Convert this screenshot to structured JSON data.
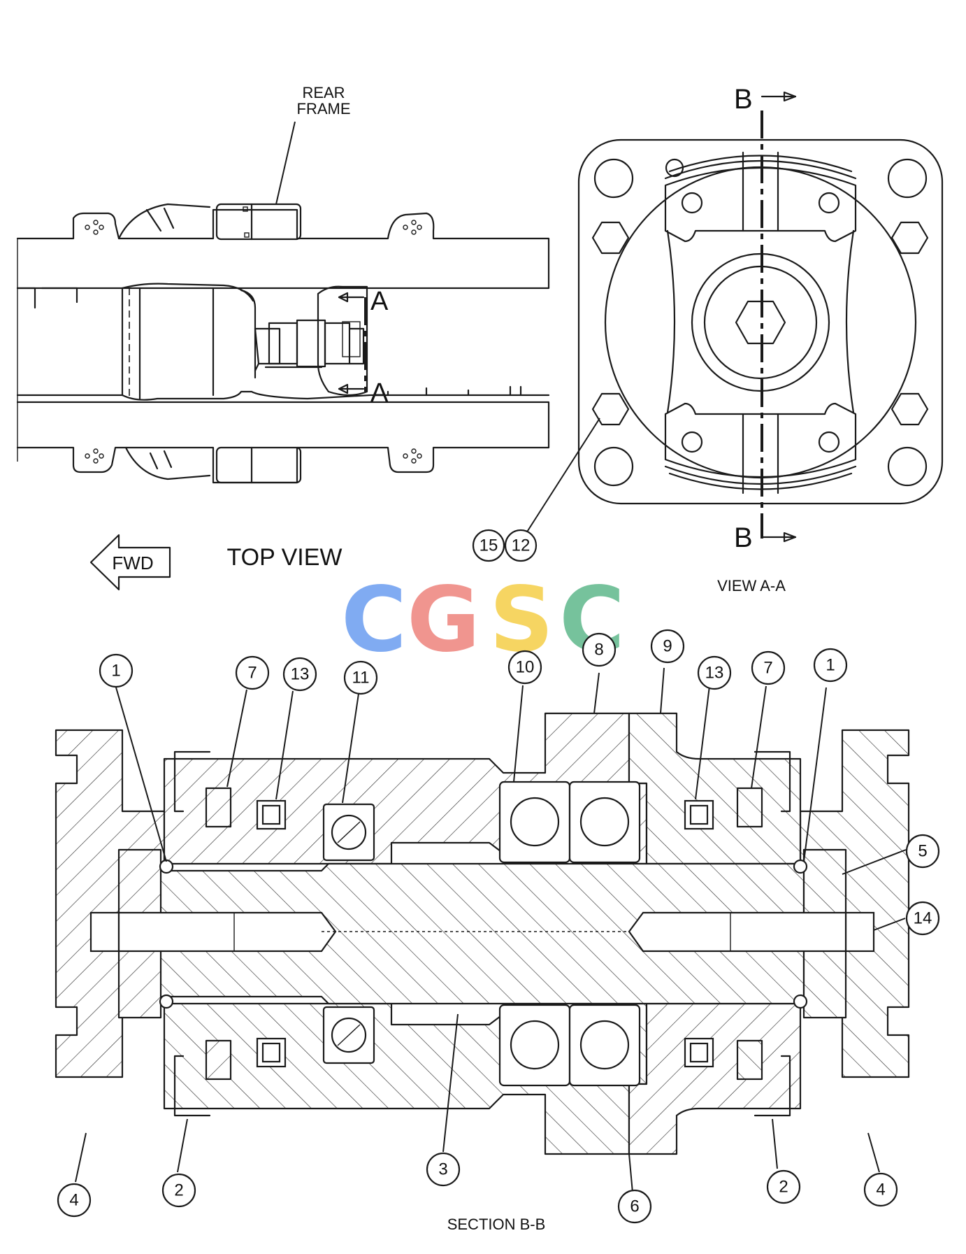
{
  "labels": {
    "rear_frame_line1": "REAR",
    "rear_frame_line2": "FRAME",
    "top_view": "TOP VIEW",
    "fwd": "FWD",
    "view_aa": "VIEW A-A",
    "section_bb": "SECTION B-B",
    "section_mark_a": "A",
    "section_mark_b": "B"
  },
  "watermark": {
    "letters": [
      "C",
      "G",
      "S",
      "C"
    ],
    "colors": [
      "#7aa7f2",
      "#f0908a",
      "#f6d35a",
      "#6fbf97"
    ]
  },
  "callouts_view_aa": [
    "15",
    "12"
  ],
  "callouts_section": [
    "1",
    "7",
    "13",
    "11",
    "10",
    "8",
    "9",
    "13",
    "7",
    "1",
    "5",
    "14",
    "4",
    "2",
    "3",
    "6",
    "2",
    "4"
  ]
}
